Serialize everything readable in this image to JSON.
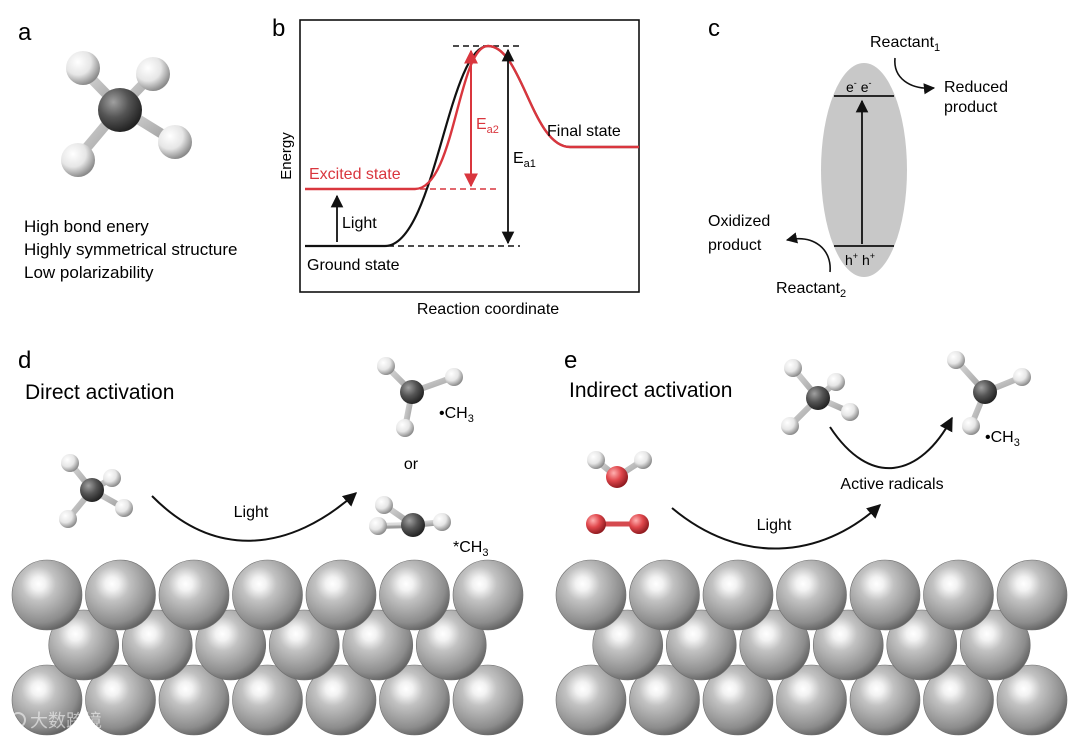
{
  "panels": {
    "a": "a",
    "b": "b",
    "c": "c",
    "d": "d",
    "e": "e"
  },
  "panel_a": {
    "properties": [
      "High bond enery",
      "Highly symmetrical structure",
      "Low polarizability"
    ]
  },
  "panel_b": {
    "y_axis_label": "Energy",
    "x_axis_label": "Reaction coordinate",
    "excited_state": "Excited state",
    "ground_state": "Ground state",
    "final_state": "Final state",
    "light": "Light",
    "ea2": {
      "main": "E",
      "sub": "a2"
    },
    "ea1": {
      "main": "E",
      "sub": "a1"
    },
    "colors": {
      "excited": "#d9363e",
      "ground": "#111111"
    }
  },
  "panel_c": {
    "reactant1": {
      "main": "Reactant",
      "sub": "1"
    },
    "reactant2": {
      "main": "Reactant",
      "sub": "2"
    },
    "reduced_product": [
      "Reduced",
      "product"
    ],
    "oxidized_product": [
      "Oxidized",
      "product"
    ],
    "electrons": {
      "main": "e",
      "sup": "-"
    },
    "holes": {
      "main": "h",
      "sup": "+"
    },
    "colors": {
      "ellipse": "#c8c8c8"
    }
  },
  "panel_d": {
    "title": "Direct activation",
    "light": "Light",
    "or": "or",
    "radical_free": {
      "prefix": "•CH",
      "sub": "3"
    },
    "radical_adsorbed": {
      "prefix": "*CH",
      "sub": "3"
    }
  },
  "panel_e": {
    "title": "Indirect activation",
    "light": "Light",
    "active_radicals": "Active radicals",
    "radical_free": {
      "prefix": "•CH",
      "sub": "3"
    }
  },
  "watermark": "大数跨境",
  "colors": {
    "carbon": "#4a4a4a",
    "hydrogen": "#f2f2f2",
    "oxygen": "#e0474c",
    "surface": "#a9a9a9"
  }
}
